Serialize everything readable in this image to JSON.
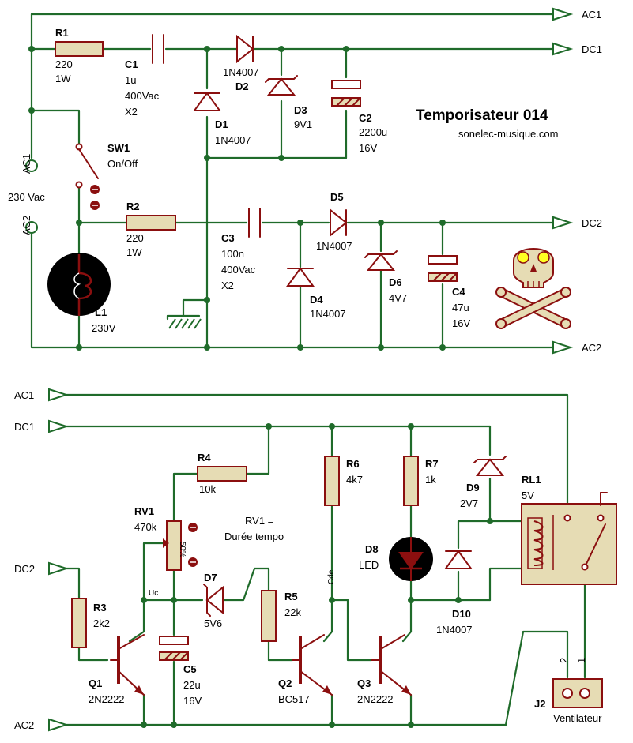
{
  "title": "Temporisateur 014",
  "website": "sonelec-musique.com",
  "power": {
    "ac1_terminal": "AC1",
    "ac2_terminal": "AC2",
    "mains_label": "230 Vac",
    "r1": {
      "ref": "R1",
      "value": "220",
      "power": "1W"
    },
    "c1": {
      "ref": "C1",
      "value": "1u",
      "voltage": "400Vac",
      "class": "X2"
    },
    "d1": {
      "ref": "D1",
      "part": "1N4007"
    },
    "d2": {
      "ref": "D2",
      "part": "1N4007"
    },
    "d3": {
      "ref": "D3",
      "value": "9V1"
    },
    "c2": {
      "ref": "C2",
      "value": "2200u",
      "voltage": "16V"
    },
    "sw1": {
      "ref": "SW1",
      "value": "On/Off"
    },
    "r2": {
      "ref": "R2",
      "value": "220",
      "power": "1W"
    },
    "c3": {
      "ref": "C3",
      "value": "100n",
      "voltage": "400Vac",
      "class": "X2"
    },
    "d4": {
      "ref": "D4",
      "part": "1N4007"
    },
    "d5": {
      "ref": "D5",
      "part": "1N4007"
    },
    "d6": {
      "ref": "D6",
      "value": "4V7"
    },
    "c4": {
      "ref": "C4",
      "value": "47u",
      "voltage": "16V"
    },
    "l1": {
      "ref": "L1",
      "value": "230V"
    },
    "out_ac1": "AC1",
    "out_dc1": "DC1",
    "out_dc2": "DC2",
    "out_ac2": "AC2"
  },
  "control": {
    "in_ac1": "AC1",
    "in_dc1": "DC1",
    "in_dc2": "DC2",
    "in_ac2": "AC2",
    "r4": {
      "ref": "R4",
      "value": "10k"
    },
    "rv1": {
      "ref": "RV1",
      "value": "470k",
      "pct": "50%"
    },
    "rv1_note_line1": "RV1 =",
    "rv1_note_line2": "Durée tempo",
    "r3": {
      "ref": "R3",
      "value": "2k2"
    },
    "uc": "Uc",
    "d7": {
      "ref": "D7",
      "value": "5V6"
    },
    "c5": {
      "ref": "C5",
      "value": "22u",
      "voltage": "16V"
    },
    "q1": {
      "ref": "Q1",
      "part": "2N2222"
    },
    "r5": {
      "ref": "R5",
      "value": "22k"
    },
    "q2": {
      "ref": "Q2",
      "part": "BC517"
    },
    "r6": {
      "ref": "R6",
      "value": "4k7"
    },
    "cde": "Cde",
    "q3": {
      "ref": "Q3",
      "part": "2N2222"
    },
    "r7": {
      "ref": "R7",
      "value": "1k"
    },
    "d8": {
      "ref": "D8",
      "value": "LED"
    },
    "d9": {
      "ref": "D9",
      "value": "2V7"
    },
    "d10": {
      "ref": "D10",
      "part": "1N4007"
    },
    "rl1": {
      "ref": "RL1",
      "value": "5V"
    },
    "j2": {
      "ref": "J2",
      "value": "Ventilateur",
      "pin2": "2",
      "pin1": "1"
    }
  }
}
